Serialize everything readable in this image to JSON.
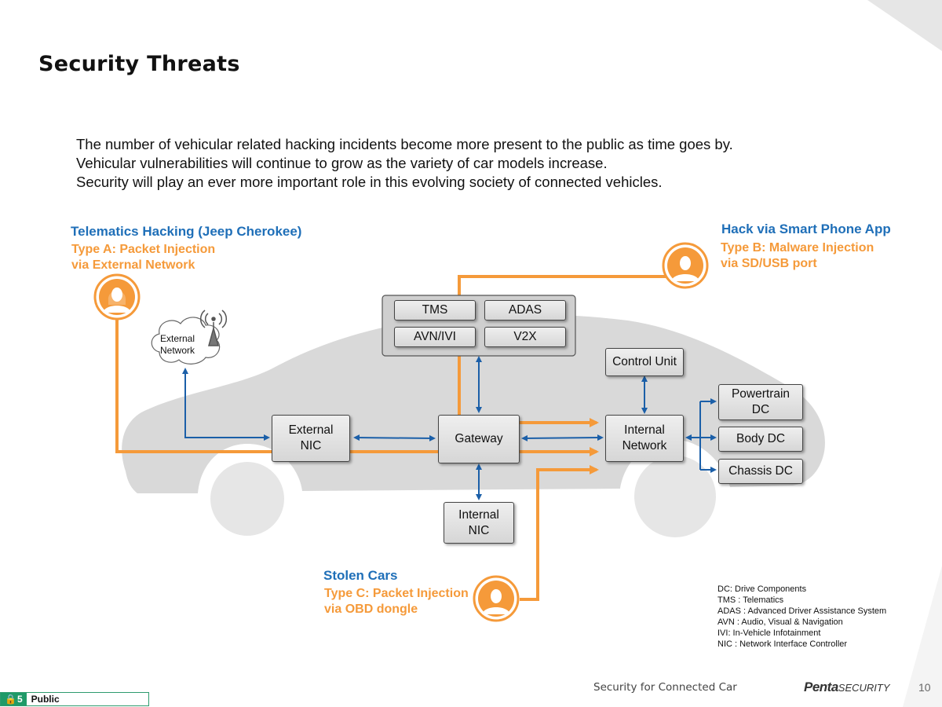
{
  "title": "Security Threats",
  "intro": [
    "The number of vehicular related hacking incidents become more present to the public as time goes by.",
    "Vehicular vulnerabilities will continue to grow as the variety of car models increase.",
    "Security will play an ever more important role in this evolving society of connected vehicles."
  ],
  "threats": {
    "a": {
      "heading": "Telematics Hacking (Jeep Cherokee)",
      "type_line1": "Type A: Packet Injection",
      "type_line2": "via External Network"
    },
    "b": {
      "heading": "Hack via Smart Phone App",
      "type_line1": "Type B: Malware Injection",
      "type_line2": "via SD/USB port"
    },
    "c": {
      "heading": "Stolen Cars",
      "type_line1": "Type C: Packet Injection",
      "type_line2": "via OBD dongle"
    }
  },
  "nodes": {
    "tms": "TMS",
    "adas": "ADAS",
    "avn": "AVN/IVI",
    "v2x": "V2X",
    "control_unit": "Control Unit",
    "powertrain": "Powertrain\nDC",
    "body": "Body DC",
    "chassis": "Chassis DC",
    "external_nic": "External\nNIC",
    "gateway": "Gateway",
    "internal_network": "Internal\nNetwork",
    "internal_nic": "Internal\nNIC",
    "external_network": "External\nNetwork"
  },
  "legend": [
    "DC: Drive Components",
    "TMS : Telematics",
    "ADAS : Advanced Driver Assistance System",
    "AVN : Audio, Visual & Navigation",
    "IVI: In-Vehicle Infotainment",
    "NIC : Network Interface Controller"
  ],
  "footer": {
    "text": "Security for Connected Car",
    "brand_bold": "Penta",
    "brand_rest": "SECURITY",
    "page": "10",
    "classification": "Public",
    "lock_label": "5"
  },
  "colors": {
    "accent_orange": "#f59a3a",
    "heading_blue": "#1f6fb8",
    "connector_blue": "#1b5fa8",
    "car_gray": "#d9d9d9"
  }
}
